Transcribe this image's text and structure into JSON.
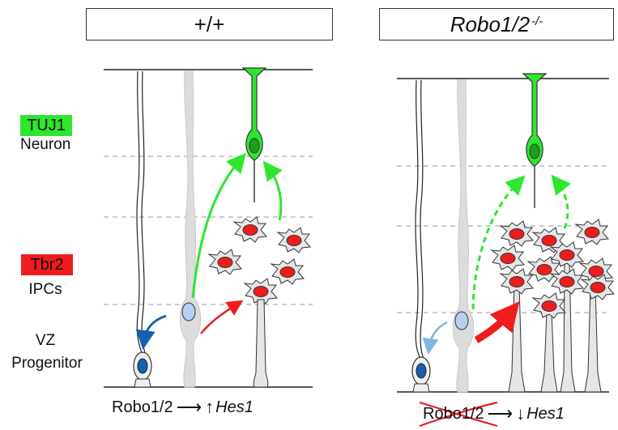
{
  "headers": {
    "left": "+/+",
    "right_main": "Robo1/2",
    "right_sup": "-/-"
  },
  "legend": {
    "tuj1": "TUJ1",
    "neuron": "Neuron",
    "tbr2": "Tbr2",
    "ipcs": "IPCs",
    "vz": "VZ",
    "progenitor": "Progenitor"
  },
  "footer_left": {
    "receptor": "Robo1/2",
    "arrow": "⟶",
    "direction": "↑",
    "gene": "Hes1"
  },
  "footer_right": {
    "receptor": "Robo1/2",
    "arrow": "⟶",
    "direction": "↓",
    "gene": "Hes1"
  },
  "colors": {
    "neuron_green": "#2ee62e",
    "ipc_red": "#ee1c1c",
    "vz_blue": "#1560b0",
    "light_blue": "#a9c8f0",
    "radial_glia_gray": "#d8d8d8"
  }
}
